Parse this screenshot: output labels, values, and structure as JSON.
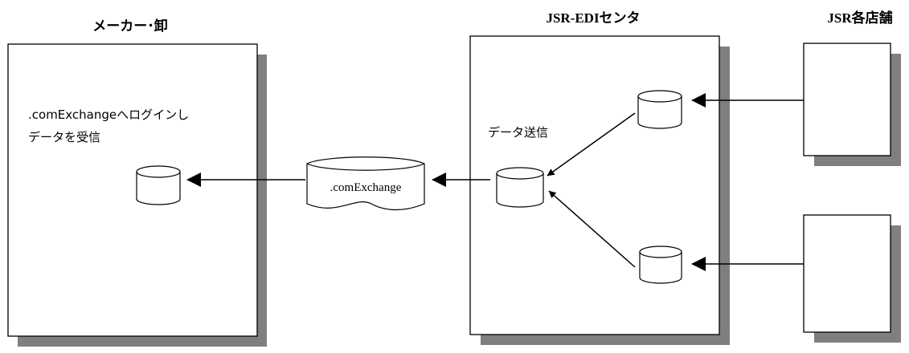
{
  "groups": {
    "maker": {
      "title": "メーカー･卸",
      "note_line1": ".comExchangeへログインし",
      "note_line2": "データを受信"
    },
    "center": {
      "title": "JSR-EDIセンタ",
      "note": "データ送信"
    },
    "stores": {
      "title": "JSR各店舗"
    }
  },
  "exchange": {
    "label": ".comExchange"
  },
  "colors": {
    "shadow": "#7f7f7f",
    "line": "#000000",
    "fill": "#ffffff"
  }
}
